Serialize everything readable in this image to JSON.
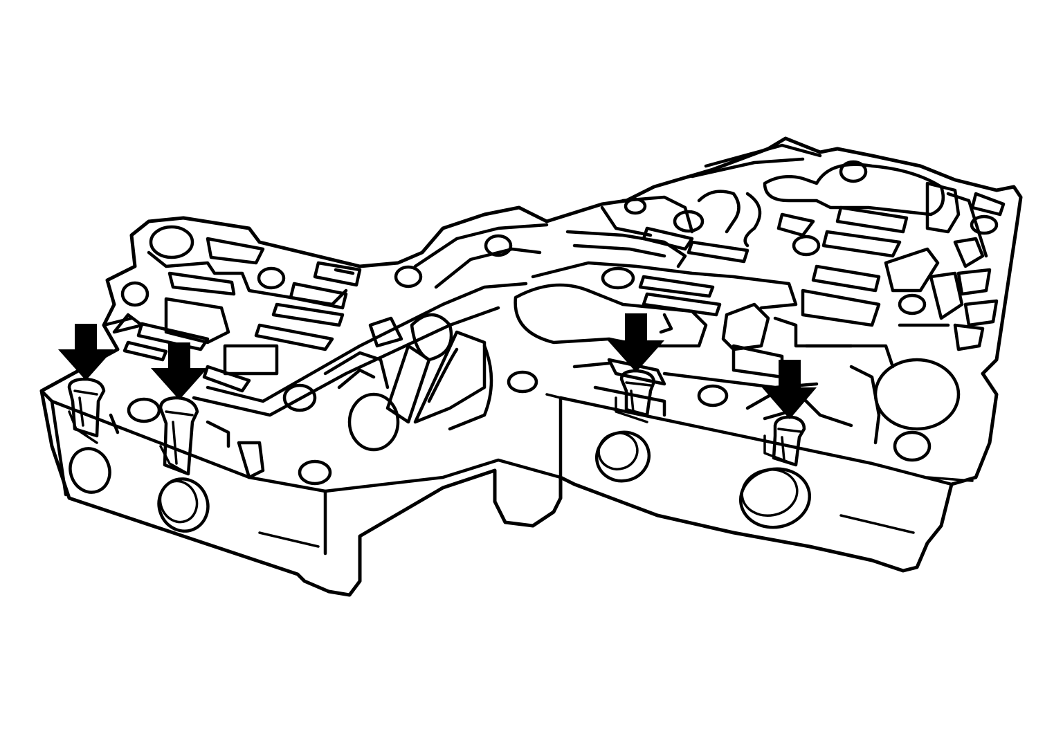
{
  "figure": {
    "background": "#ffffff",
    "line_color": "#000000",
    "subject": "valve-body-casting",
    "callouts": [
      {
        "name": "arrow-1",
        "icon": "down-arrow-icon",
        "target": "retainer-clip-1"
      },
      {
        "name": "arrow-2",
        "icon": "down-arrow-icon",
        "target": "retainer-clip-2"
      },
      {
        "name": "arrow-3",
        "icon": "down-arrow-icon",
        "target": "retainer-clip-3"
      },
      {
        "name": "arrow-4",
        "icon": "down-arrow-icon",
        "target": "retainer-clip-4"
      }
    ]
  }
}
